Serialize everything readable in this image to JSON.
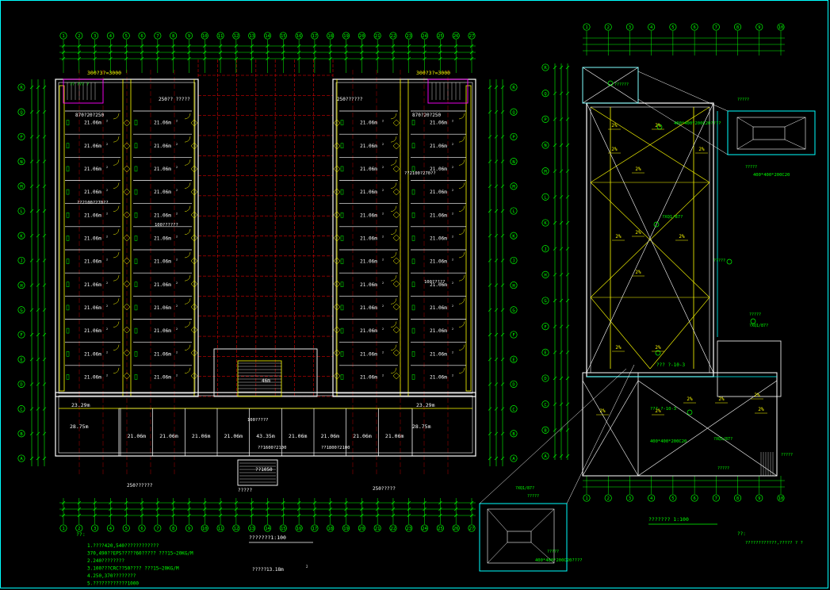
{
  "left_plan": {
    "cols_top": [
      "1",
      "2",
      "3",
      "4",
      "5",
      "6",
      "7",
      "8",
      "9",
      "10",
      "11",
      "12",
      "13",
      "14",
      "15",
      "16",
      "17",
      "18",
      "19",
      "20",
      "21",
      "22",
      "23",
      "24",
      "25",
      "26",
      "27"
    ],
    "rows_left": [
      "R",
      "Q",
      "P",
      "N",
      "M",
      "L",
      "K",
      "J",
      "H",
      "G",
      "F",
      "E",
      "D",
      "C",
      "B",
      "A"
    ],
    "room_area": "21.06m",
    "room_area_sup": "2",
    "labels": {
      "stair_top_left": "300?3?=3000",
      "stair_top_left_b": "?? ??? ?",
      "stair_top_right": "300?3?=3000",
      "grille_left": "250?? ?????",
      "grille_right": "250??????",
      "wash_left": "870?20?250",
      "wash_right": "870?20?250",
      "opening_left": "??2100?270??",
      "opening_right": "??2100?270??",
      "dim_100": "100??????",
      "dim_100b": "100?????",
      "lower_a": "23.29m",
      "lower_b": "28.75m",
      "lower_c": "23.29m",
      "lower_d": "28.75m",
      "lobby": "43.35m",
      "hall_46": "46m",
      "opening_mid": "??1600?2100",
      "opening_bot": "??1800?2100",
      "grille_bot_left": "250??????",
      "grille_bot_right": "250?????",
      "stair_bot": "??1050",
      "plan_title_mid": "?????",
      "plan_title": "???????1:100",
      "plan_note": "?????13.18m",
      "plan_note_sup": "2"
    },
    "bottom_rooms": [
      "21.06m",
      "21.06m",
      "21.06m",
      "21.06m",
      "43.35m",
      "21.06m",
      "21.06m",
      "21.06m",
      "21.06m"
    ],
    "notes_title": "??:",
    "notes": [
      "1.????420,540????????????",
      "  370,490??EPS?????60?????  ???15~20KG/M",
      "2.240????????",
      "3.100???CRC??50???? ???15~20KG/M",
      "4.250,370????????",
      "5.????????????1000"
    ]
  },
  "right_plan": {
    "cols_top": [
      "1",
      "2",
      "3",
      "4",
      "5",
      "6",
      "7",
      "8",
      "9",
      "10"
    ],
    "rows_left": [
      "R",
      "Q",
      "P",
      "N",
      "M",
      "L",
      "K",
      "J",
      "H",
      "G",
      "F",
      "E",
      "D",
      "C",
      "B",
      "A"
    ],
    "slope": "2%",
    "labels": {
      "roof_top": "??????",
      "roof_detail": "400*400*200C20????",
      "roof_detail2": "400*400*200C20",
      "ridge": "??? ?-10-3",
      "ridge2": "??? ?-10-3",
      "drain": "?????",
      "outlet": "?????",
      "outlet2": "?XQ1/87?",
      "outlet3": "?XQ1/87?",
      "detail_bl": "?XQ1/87?",
      "detail_bl2": "?????",
      "detail_bl3": "400*400*200C20????",
      "title": "???????  1:100",
      "note_title": "??:",
      "note": "????????????,????? ? ?"
    }
  },
  "colors": {
    "grid": "#00ff00",
    "wall": "#ffffff",
    "axis": "#ff0000",
    "yellow": "#ffff00",
    "cyan": "#00ffff",
    "magenta": "#ff00ff",
    "frame": "#00ffff"
  }
}
